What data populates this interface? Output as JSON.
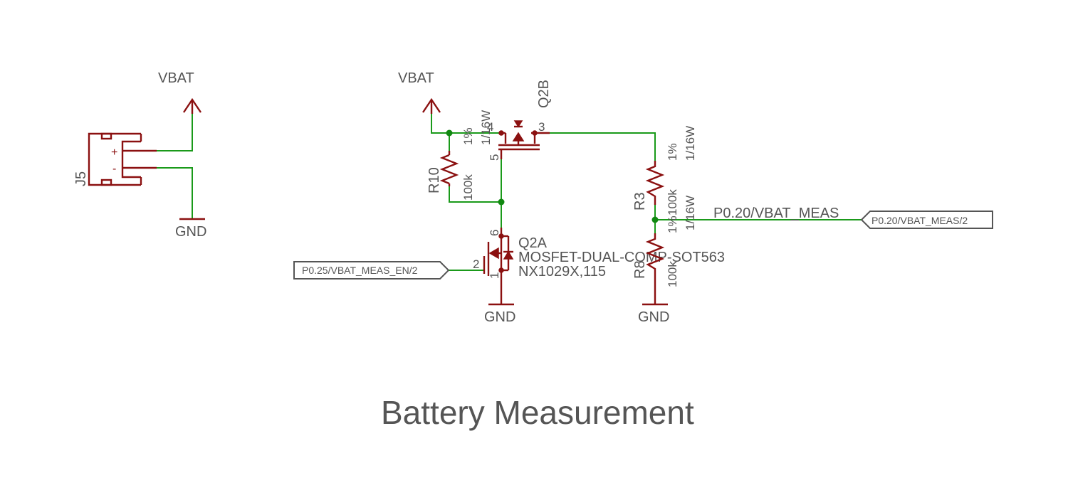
{
  "title": "Battery Measurement",
  "nets": {
    "vbat_left": "VBAT",
    "gnd_left": "GND",
    "vbat_mid": "VBAT",
    "gnd_q2a": "GND",
    "gnd_r8": "GND",
    "meas_net": "P0.20/VBAT_MEAS"
  },
  "ports": {
    "meas_en": "P0.25/VBAT_MEAS_EN/2",
    "meas": "P0.20/VBAT_MEAS/2"
  },
  "connector": {
    "ref": "J5",
    "plus": "+",
    "minus": "-"
  },
  "r10": {
    "ref": "R10",
    "value": "100k",
    "tol": "1%",
    "power": "1/16W"
  },
  "r3": {
    "ref": "R3",
    "value": "100k",
    "tol": "1%",
    "power": "1/16W"
  },
  "r8": {
    "ref": "R8",
    "value": "100k",
    "tol": "1%",
    "power": "1/16W"
  },
  "q2b": {
    "ref": "Q2B",
    "pin_gate": "5",
    "pin_source": "4",
    "pin_drain": "3"
  },
  "q2a": {
    "ref": "Q2A",
    "part": "MOSFET-DUAL-COMP-SOT563",
    "value": "NX1029X,115",
    "pin_drain": "6",
    "pin_gate": "2",
    "pin_source": "1"
  }
}
